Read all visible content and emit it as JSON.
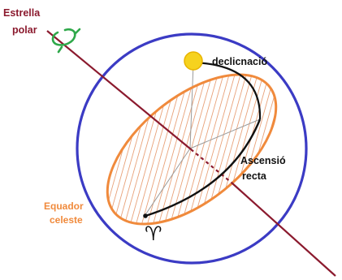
{
  "labels": {
    "pole_star": [
      "Estrella",
      "polar"
    ],
    "declination": "declicnació",
    "right_ascension": [
      "Ascensió",
      "recta"
    ],
    "celestial_equator": [
      "Equador",
      "celeste"
    ],
    "aries_symbol": "♈︎"
  },
  "colors": {
    "sphere": "#3b3bc4",
    "axis": "#8b1a2e",
    "equator": "#f08a3c",
    "hatch": "#e8a27a",
    "sun": "#f6d21e",
    "sun_rim": "#e8b300",
    "arc": "#111111",
    "rotation_arrow": "#2fa84a",
    "label_dark": "#111111",
    "label_pole": "#8b1a2e",
    "label_equator": "#f08a3c"
  },
  "icons": {
    "rotation": "rotation-arrow-icon",
    "sun": "sun-icon",
    "aries": "aries-icon"
  }
}
